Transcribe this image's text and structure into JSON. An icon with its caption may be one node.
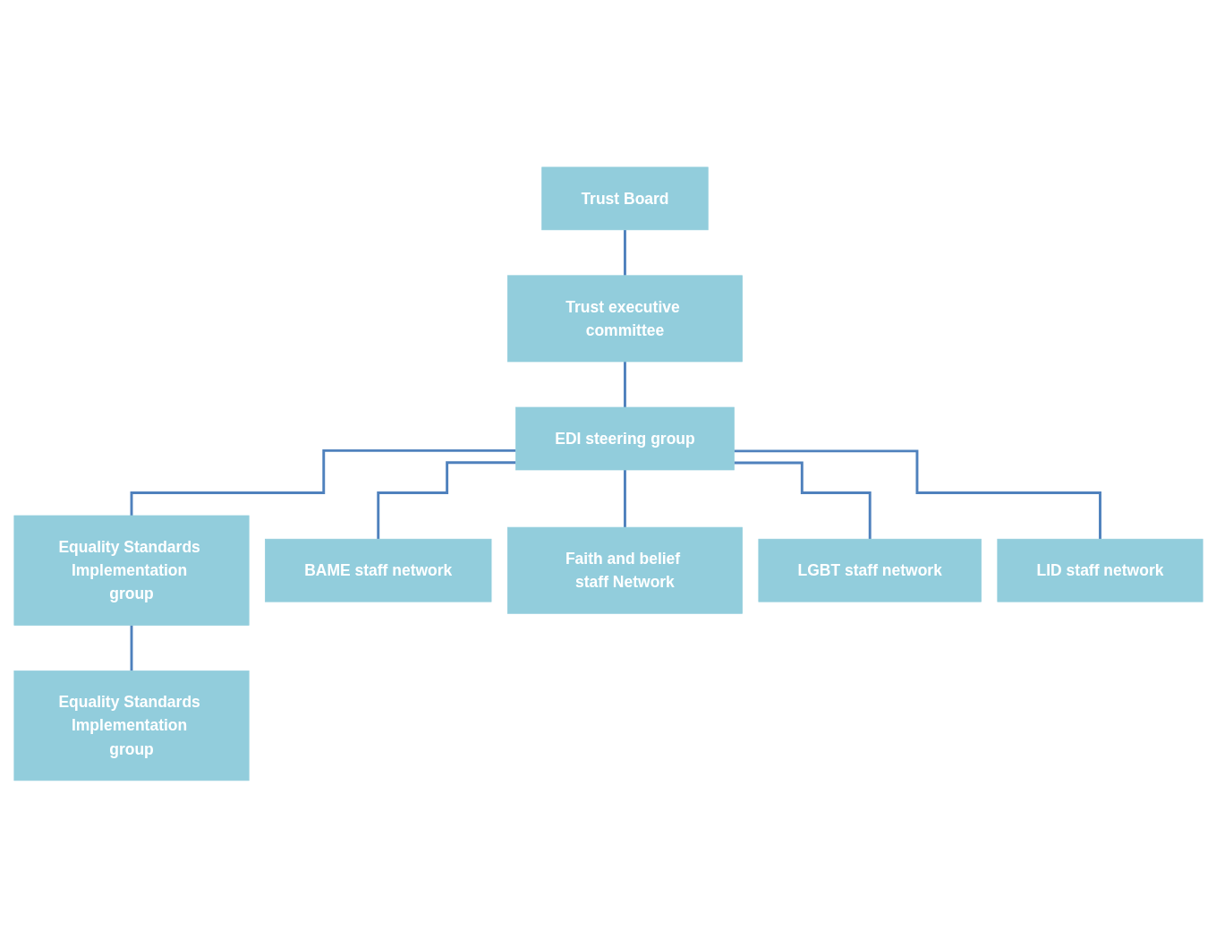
{
  "diagram": {
    "nodes": [
      {
        "text": [
          "Trust Board"
        ]
      },
      {
        "text": [
          "Trust executive committee"
        ]
      },
      {
        "text": [
          "EDI steering group"
        ]
      },
      {
        "text": [
          "Equality Standards Implementation group"
        ]
      },
      {
        "text": [
          "BAME staff network"
        ]
      },
      {
        "text": [
          "Faith and belief staff Network"
        ]
      },
      {
        "text": [
          "LGBT staff network"
        ]
      },
      {
        "text": [
          "LID staff network"
        ]
      },
      {
        "text": [
          "Equality Standards Implementation group"
        ]
      }
    ],
    "edges": [
      {
        "from": 0,
        "to": 1,
        "arrow": "none"
      },
      {
        "from": 1,
        "to": 2,
        "arrow": "none"
      },
      {
        "from": 2,
        "to": 3,
        "arrow": "none"
      },
      {
        "from": 2,
        "to": 4,
        "arrow": "none"
      },
      {
        "from": 2,
        "to": 5,
        "arrow": "none"
      },
      {
        "from": 2,
        "to": 6,
        "arrow": "none"
      },
      {
        "from": 2,
        "to": 7,
        "arrow": "none"
      },
      {
        "from": 3,
        "to": 8,
        "arrow": "none"
      }
    ]
  }
}
